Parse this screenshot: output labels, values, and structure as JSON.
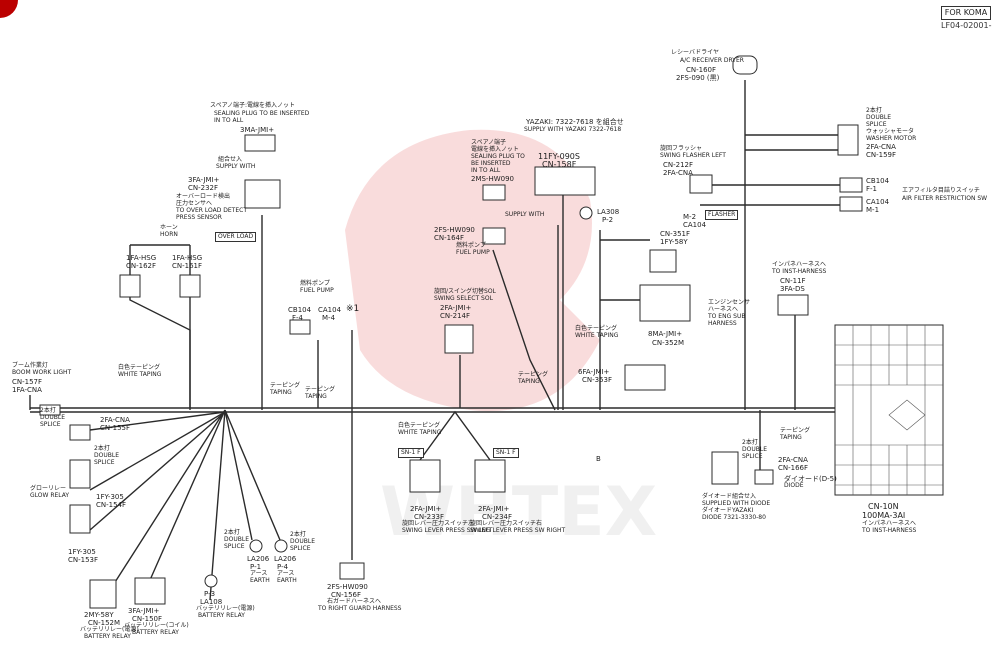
{
  "header": {
    "corner_mark": "",
    "tag": "FOR KOMA",
    "code": "LF04-02001-"
  },
  "colors": {
    "wire": "#2b2b2b",
    "watermark": "#f2b3b3",
    "background": "#ffffff"
  },
  "labels": {
    "rev_receiver": [
      "レシーバドライヤ",
      "A/C RECEIVER DRYER",
      "CN-160F",
      "2FS-090 (黒)"
    ],
    "washer_motor": [
      "2本打",
      "DOUBLE",
      "SPLICE",
      "ウォッシャモータ",
      "WASHER MOTOR",
      "2FA-CNA",
      "CN-159F"
    ],
    "flasher": [
      "旋回フラッシャ",
      "SWING FLASHER LEFT",
      "CN-212F",
      "2FA-CNA"
    ],
    "air_filter": [
      "CB104",
      "F-1",
      "CA104",
      "M-1",
      "エアフィルタ目詰りスイッチ",
      "AIR FILTER RESTRICTION SW",
      "FLASHER"
    ],
    "yazaki": [
      "YAZAKI: 7322-7618 を組合せ",
      "SUPPLY WITH YAZAKI 7322-7618",
      "11FY-090S",
      "CN-158F"
    ],
    "sealing_plug_top": [
      "スペアノ端子:電線を挿入ノット",
      "SEALING PLUG TO BE INSERTED",
      "IN TO ALL",
      "3MA-JMI+"
    ],
    "overload": [
      "組合せ入",
      "SUPPLY WITH",
      "3FA-JMI+",
      "CN-232F",
      "オーバーロード検出",
      "圧力センサへ",
      "TO OVER LOAD DETECT",
      "PRESS SENSOR",
      "OVER LOAD"
    ],
    "sealing_plug_mid": [
      "スペアノ端子",
      "電線を挿入ノット",
      "SEALING PLUG TO",
      "BE INSERTED",
      "IN TO ALL",
      "2MS-HW090"
    ],
    "fuel_pump": [
      "2FS-HW090",
      "CN-164F",
      "燃料ポンプ",
      "FUEL PUMP"
    ],
    "horn": [
      "ホーン",
      "HORN",
      "1FA-HSG",
      "CN-162F",
      "1FA-HSG",
      "CN-161F"
    ],
    "fuel_pump2": [
      "燃料ポンプ",
      "FUEL PUMP",
      "CB104",
      "F-4",
      "CA104",
      "M-4",
      "※1"
    ],
    "swing_select": [
      "旋回/スイング切替SOL",
      "SWING SELECT SOL",
      "2FA-JMI+",
      "CN-214F",
      "SUPPLY WITH",
      "LA308",
      "P-2"
    ],
    "engine_sensor": [
      "CN-351F",
      "1FY-58Y",
      "M-2",
      "CA104",
      "エンジンセンサ",
      "ハーネスへ",
      "TO ENG SUB",
      "HARNESS"
    ],
    "white_taping_right": [
      "白色テーピング",
      "WHITE TAPING",
      "8MA-JMI+",
      "CN-352M",
      "6FA-JMI+",
      "CN-353F",
      "テーピング",
      "TAPING"
    ],
    "inpane": [
      "インパネハーネスへ",
      "TO INST-HARNESS",
      "CN-11F",
      "3FA-DS"
    ],
    "boom_light": [
      "ブーム作業灯",
      "BOOM WORK LIGHT",
      "CN-157F",
      "1FA-CNA",
      "白色テーピング",
      "WHITE TAPING"
    ],
    "splice_left": [
      "2本打",
      "DOUBLE",
      "SPLICE",
      "2FA-CNA",
      "CN-155F",
      "2本打",
      "DOUBLE",
      "SPLICE"
    ],
    "glow": [
      "グローリレー",
      "GLOW RELAY",
      "1FY-305",
      "CN-154F",
      "1FY-305",
      "CN-153F"
    ],
    "taping": [
      "テーピング",
      "TAPING",
      "テーピング",
      "TAPING"
    ],
    "white_taping_mid": [
      "白色テーピング",
      "WHITE TAPING",
      "SN-1 F",
      "SN-1 F"
    ],
    "swing_levers": [
      "2FA-JMI+",
      "CN-233F",
      "旋回レバー圧力スイッチ左",
      "SWING LEVER PRESS SW LEFT",
      "2FA-JMI+",
      "CN-234F",
      "旋回レバー圧力スイッチ右",
      "SWING LEVER PRESS SW RIGHT"
    ],
    "right_guard": [
      "2FS-HW090",
      "CN-156F",
      "右ガードハーネスへ",
      "TO RIGHT GUARD HARNESS"
    ],
    "earths": [
      "2本打",
      "DOUBLE",
      "SPLICE",
      "LA206",
      "P-1",
      "アース",
      "EARTH",
      "2本打",
      "DOUBLE",
      "SPLICE",
      "LA206",
      "P-4",
      "アース",
      "EARTH"
    ],
    "battery": [
      "2MY-58Y",
      "CN-152M",
      "バッテリリレー(電源)",
      "BATTERY RELAY",
      "3FA-JMI+",
      "CN-150F",
      "バッテリリレー(コイル)",
      "BATTERY RELAY",
      "P-3",
      "LA108",
      "バッテリリレー(電源)",
      "BATTERY RELAY"
    ],
    "diode": [
      "2本打",
      "DOUBLE",
      "SPLICE",
      "2FA-CNA",
      "CN-166F",
      "ダイオード(D-5)",
      "DIODE",
      "ダイオード組合せ入",
      "SUPPLIED WITH DIODE",
      "ダイオードYAZAKI",
      "DIODE 7321-3330-80"
    ],
    "taping_right": [
      "テーピング",
      "TAPING"
    ],
    "fuse_box": [
      "CN-10N",
      "100MA-3AI",
      "インパネハーネスへ",
      "TO INST-HARNESS"
    ],
    "b_mark": "B",
    "watermark_text": "WHTEX"
  }
}
